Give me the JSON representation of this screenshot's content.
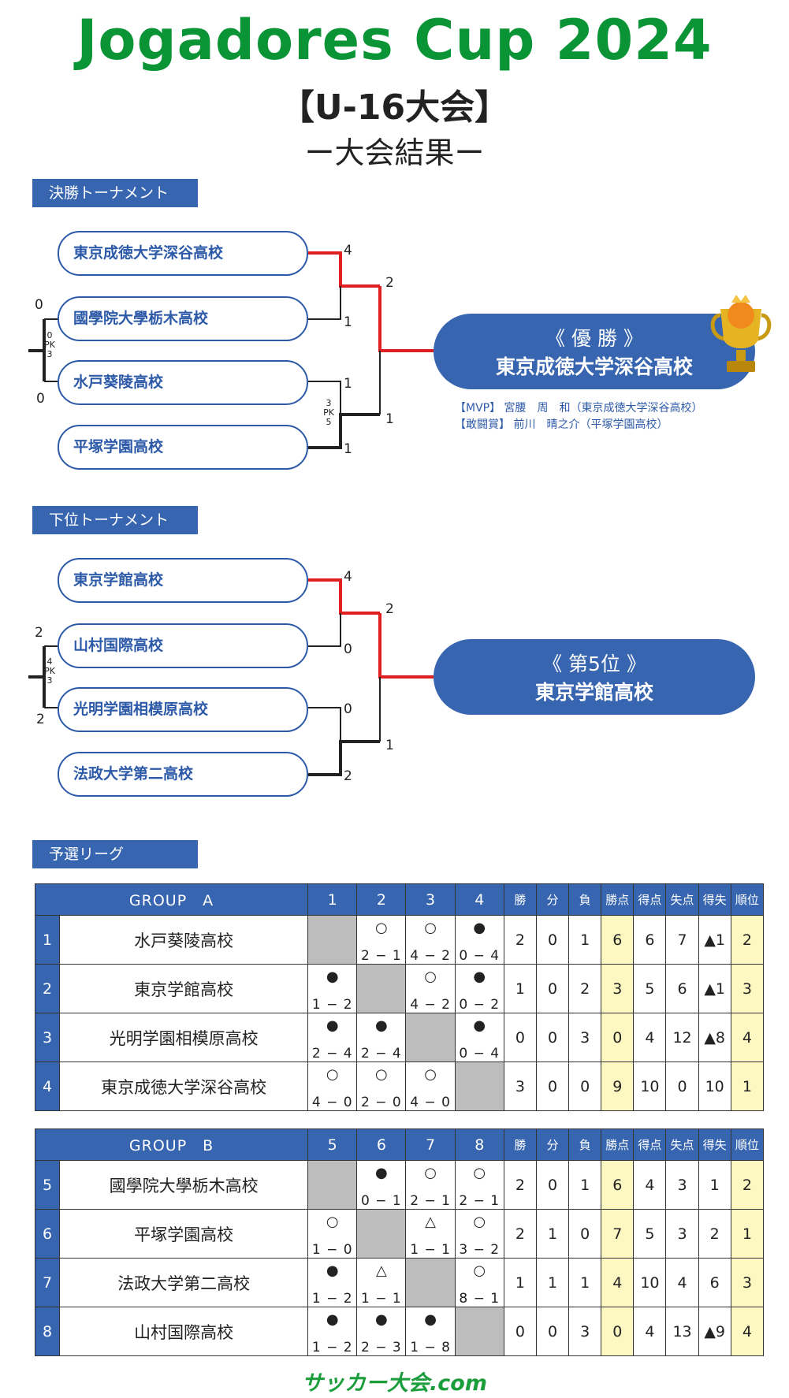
{
  "header": {
    "title": "Jogadores Cup 2024",
    "subtitle": "【U-16大会】",
    "results_label": "ー大会結果ー"
  },
  "final_tournament": {
    "label": "決勝トーナメント",
    "teams": [
      "東京成徳大学深谷高校",
      "國學院大學栃木高校",
      "水戸葵陵高校",
      "平塚学園高校"
    ],
    "scores": {
      "r1_top": "4",
      "r1_second": "1",
      "r1_third": "1",
      "r1_bottom": "1",
      "final_top": "2",
      "final_bottom": "1",
      "left_top": "0",
      "left_bottom": "0"
    },
    "pk_left": [
      "0",
      "PK",
      "3"
    ],
    "pk_right": [
      "3",
      "PK",
      "5"
    ],
    "result_title": "《 優 勝 》",
    "result_team": "東京成徳大学深谷高校",
    "awards": [
      "【MVP】 宮腰　周　和（東京成徳大学深谷高校）",
      "【敢闘賞】 前川　晴之介（平塚学園高校）"
    ]
  },
  "lower_tournament": {
    "label": "下位トーナメント",
    "teams": [
      "東京学館高校",
      "山村国際高校",
      "光明学園相模原高校",
      "法政大学第二高校"
    ],
    "scores": {
      "r1_top": "4",
      "r1_second": "0",
      "r1_third": "0",
      "r1_bottom": "2",
      "final_top": "2",
      "final_bottom": "1",
      "left_top": "2",
      "left_bottom": "2"
    },
    "pk_left": [
      "4",
      "PK",
      "3"
    ],
    "result_title": "《 第5位 》",
    "result_team": "東京学館高校"
  },
  "league": {
    "label": "予選リーグ",
    "stat_headers": [
      "勝",
      "分",
      "負",
      "勝点",
      "得点",
      "失点",
      "得失",
      "順位"
    ],
    "groups": [
      {
        "name": "GROUP　A",
        "columns": [
          "1",
          "2",
          "3",
          "4"
        ],
        "rows": [
          {
            "num": "1",
            "team": "水戸葵陵高校",
            "results": [
              null,
              {
                "sym": "○",
                "score": "2 − 1"
              },
              {
                "sym": "○",
                "score": "4 − 2"
              },
              {
                "sym": "●",
                "score": "0 − 4"
              }
            ],
            "stats": [
              "2",
              "0",
              "1",
              "6",
              "6",
              "7",
              "▲1",
              "2"
            ]
          },
          {
            "num": "2",
            "team": "東京学館高校",
            "results": [
              {
                "sym": "●",
                "score": "1 − 2"
              },
              null,
              {
                "sym": "○",
                "score": "4 − 2"
              },
              {
                "sym": "●",
                "score": "0 − 2"
              }
            ],
            "stats": [
              "1",
              "0",
              "2",
              "3",
              "5",
              "6",
              "▲1",
              "3"
            ]
          },
          {
            "num": "3",
            "team": "光明学園相模原高校",
            "results": [
              {
                "sym": "●",
                "score": "2 − 4"
              },
              {
                "sym": "●",
                "score": "2 − 4"
              },
              null,
              {
                "sym": "●",
                "score": "0 − 4"
              }
            ],
            "stats": [
              "0",
              "0",
              "3",
              "0",
              "4",
              "12",
              "▲8",
              "4"
            ]
          },
          {
            "num": "4",
            "team": "東京成徳大学深谷高校",
            "results": [
              {
                "sym": "○",
                "score": "4 − 0"
              },
              {
                "sym": "○",
                "score": "2 − 0"
              },
              {
                "sym": "○",
                "score": "4 − 0"
              },
              null
            ],
            "stats": [
              "3",
              "0",
              "0",
              "9",
              "10",
              "0",
              "10",
              "1"
            ]
          }
        ]
      },
      {
        "name": "GROUP　B",
        "columns": [
          "5",
          "6",
          "7",
          "8"
        ],
        "rows": [
          {
            "num": "5",
            "team": "國學院大學栃木高校",
            "results": [
              null,
              {
                "sym": "●",
                "score": "0 − 1"
              },
              {
                "sym": "○",
                "score": "2 − 1"
              },
              {
                "sym": "○",
                "score": "2 − 1"
              }
            ],
            "stats": [
              "2",
              "0",
              "1",
              "6",
              "4",
              "3",
              "1",
              "2"
            ]
          },
          {
            "num": "6",
            "team": "平塚学園高校",
            "results": [
              {
                "sym": "○",
                "score": "1 − 0"
              },
              null,
              {
                "sym": "△",
                "score": "1 − 1"
              },
              {
                "sym": "○",
                "score": "3 − 2"
              }
            ],
            "stats": [
              "2",
              "1",
              "0",
              "7",
              "5",
              "3",
              "2",
              "1"
            ]
          },
          {
            "num": "7",
            "team": "法政大学第二高校",
            "results": [
              {
                "sym": "●",
                "score": "1 − 2"
              },
              {
                "sym": "△",
                "score": "1 − 1"
              },
              null,
              {
                "sym": "○",
                "score": "8 − 1"
              }
            ],
            "stats": [
              "1",
              "1",
              "1",
              "4",
              "10",
              "4",
              "6",
              "3"
            ]
          },
          {
            "num": "8",
            "team": "山村国際高校",
            "results": [
              {
                "sym": "●",
                "score": "1 − 2"
              },
              {
                "sym": "●",
                "score": "2 − 3"
              },
              {
                "sym": "●",
                "score": "1 − 8"
              },
              null
            ],
            "stats": [
              "0",
              "0",
              "3",
              "0",
              "4",
              "13",
              "▲9",
              "4"
            ]
          }
        ]
      }
    ]
  },
  "footer": {
    "logo_text": "サッカー大会.com"
  },
  "colors": {
    "title_green": "#0a9436",
    "brand_blue": "#3765b0",
    "win_red": "#e02020",
    "highlight_yellow": "#fdf8c2",
    "grey_cell": "#bdbdbd"
  }
}
